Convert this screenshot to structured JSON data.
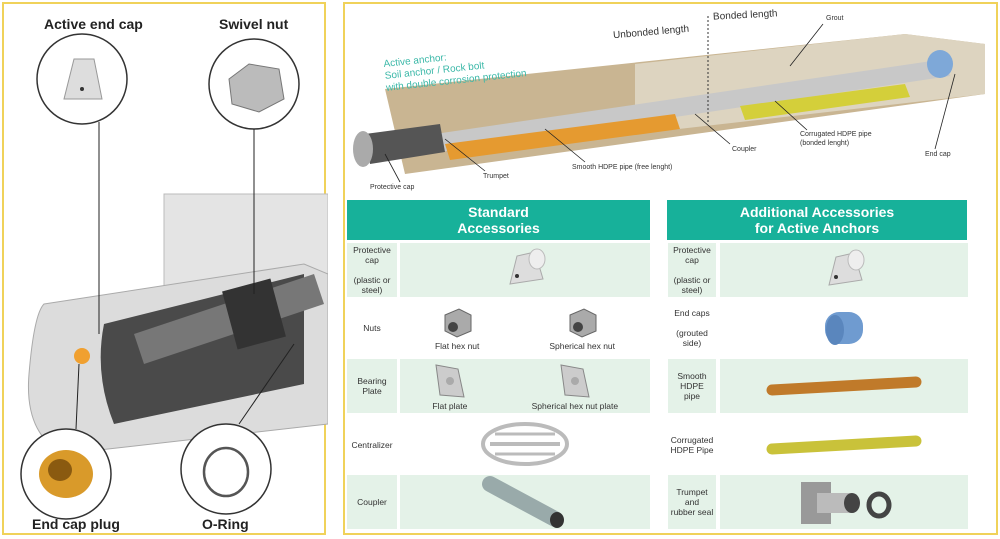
{
  "left_panel": {
    "labels": {
      "active_end_cap": "Active end cap",
      "swivel_nut": "Swivel nut",
      "end_cap_plug": "End cap plug",
      "o_ring": "O-Ring"
    }
  },
  "anchor_diagram": {
    "title_lines": [
      "Active anchor:",
      "Soil anchor / Rock bolt",
      "with double corrosion protection"
    ],
    "unbonded_length": "Unbonded length",
    "bonded_length": "Bonded length",
    "callouts": {
      "grout": "Grout",
      "end_cap": "End cap",
      "corrugated": "Corrugated HDPE pipe",
      "corrugated_sub": "(bonded lenght)",
      "coupler": "Coupler",
      "smooth": "Smooth HDPE pipe (free lenght)",
      "trumpet": "Trumpet",
      "protective_cap": "Protective cap"
    },
    "title_color": "#3bb8a8"
  },
  "standard": {
    "header": [
      "Standard",
      "Accessories"
    ],
    "rows": [
      {
        "label": [
          "Protective",
          "cap",
          "",
          "(plastic or",
          "steel)"
        ],
        "captions": []
      },
      {
        "label": [
          "Nuts"
        ],
        "captions": [
          "Flat hex nut",
          "Spherical hex nut"
        ]
      },
      {
        "label": [
          "Bearing",
          "Plate"
        ],
        "captions": [
          "Flat plate",
          "Spherical hex nut plate"
        ]
      },
      {
        "label": [
          "Centralizer"
        ],
        "captions": []
      },
      {
        "label": [
          "Coupler"
        ],
        "captions": []
      }
    ]
  },
  "additional": {
    "header": [
      "Additional Accessories",
      "for Active Anchors"
    ],
    "rows": [
      {
        "label": [
          "Protective",
          "cap",
          "",
          "(plastic or",
          "steel)"
        ]
      },
      {
        "label": [
          "End caps",
          "",
          "(grouted",
          "side)"
        ]
      },
      {
        "label": [
          "Smooth",
          "HDPE",
          "pipe"
        ]
      },
      {
        "label": [
          "Corrugated",
          "HDPE Pipe"
        ]
      },
      {
        "label": [
          "Trumpet",
          "and",
          "rubber seal"
        ]
      }
    ]
  },
  "colors": {
    "header": "#17b19a",
    "row_tint": "#e4f2e8",
    "frame": "#f0d25a",
    "smooth_pipe": "#c07a2a",
    "corrugated_pipe": "#c9c23a",
    "end_cap": "#6f9bd0"
  }
}
